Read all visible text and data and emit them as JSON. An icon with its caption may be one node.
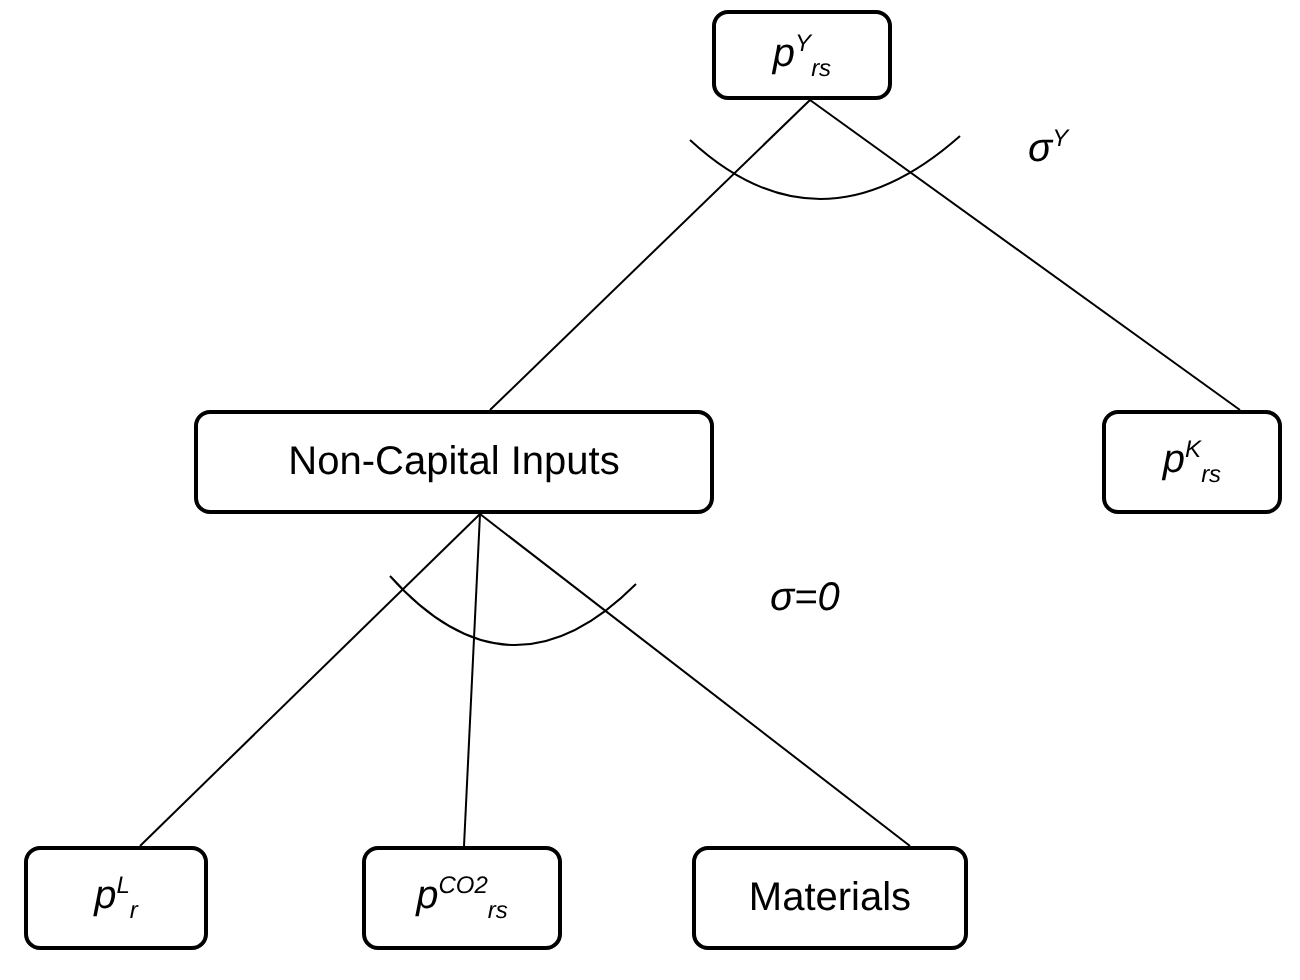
{
  "diagram": {
    "nodes": [
      {
        "text": [
          "p$^{Y}$$_{rs}$"
        ]
      },
      {
        "text": [
          "Non-Capital Inputs"
        ]
      },
      {
        "text": [
          "p$^{K}$$_{rs}$"
        ]
      },
      {
        "text": [
          "p$^{L}$$_{r}$"
        ]
      },
      {
        "text": [
          "p$^{CO2}$$_{rs}$"
        ]
      },
      {
        "text": [
          "Materials"
        ]
      }
    ],
    "edges": [
      {
        "from": 0,
        "to": 1,
        "arrow": "none"
      },
      {
        "from": 0,
        "to": 2,
        "arrow": "none"
      },
      {
        "from": 1,
        "to": 3,
        "arrow": "none"
      },
      {
        "from": 1,
        "to": 4,
        "arrow": "none"
      },
      {
        "from": 1,
        "to": 5,
        "arrow": "none"
      }
    ],
    "labels": [
      "σ$^{Y}$",
      "σ=0"
    ]
  }
}
